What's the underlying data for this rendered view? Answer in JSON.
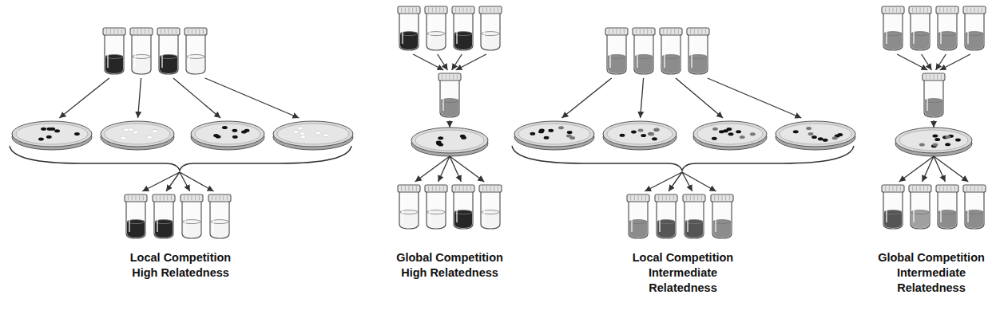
{
  "diagram": {
    "labels": [
      "Local Competition High Relatedness",
      "Global Competition High Relatedness",
      "Local Competition Intermediate Relatedness",
      "Global Competition Intermediate Relatedness"
    ]
  }
}
